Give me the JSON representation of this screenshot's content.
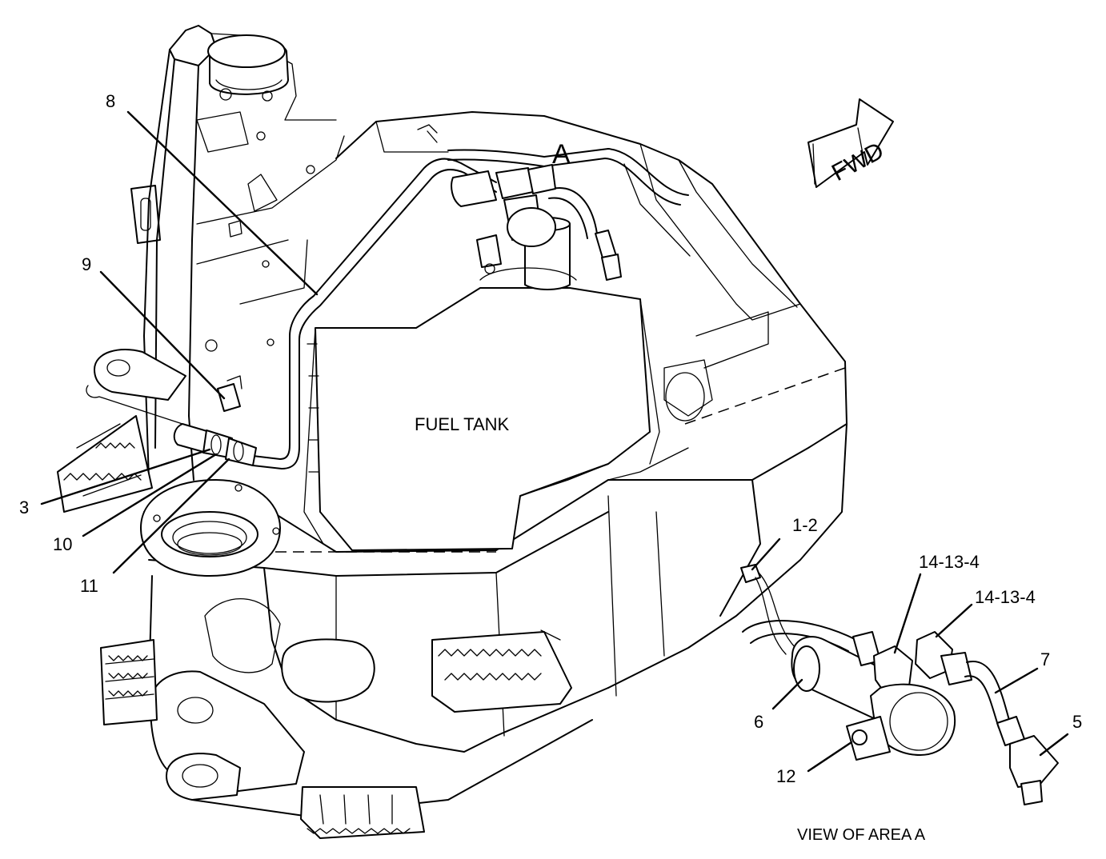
{
  "labels": {
    "fuel_tank": "FUEL TANK",
    "fwd": "FWD",
    "area_marker": "A",
    "view_caption": "VIEW OF AREA A"
  },
  "callouts": {
    "c8": "8",
    "c9": "9",
    "c3": "3",
    "c10": "10",
    "c11": "11",
    "c1_2": "1-2",
    "c14_13_4_a": "14-13-4",
    "c14_13_4_b": "14-13-4",
    "c7": "7",
    "c6": "6",
    "c5": "5",
    "c12": "12"
  }
}
